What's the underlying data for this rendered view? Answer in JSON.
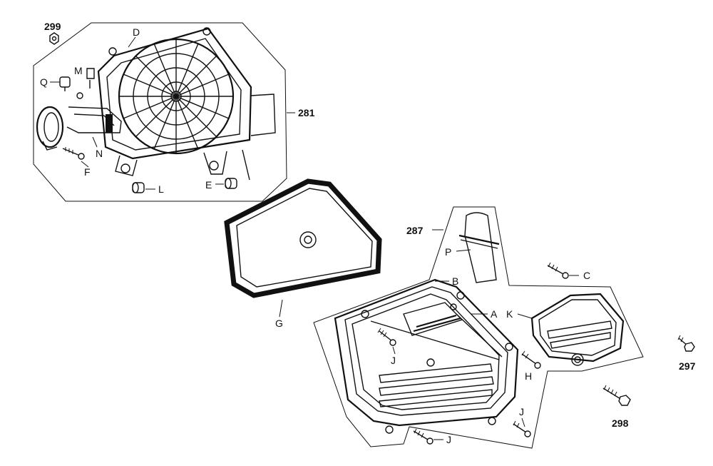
{
  "callouts": {
    "n299": "299",
    "d": "D",
    "q": "Q",
    "m": "M",
    "n281": "281",
    "n": "N",
    "f": "F",
    "l": "L",
    "e": "E",
    "g": "G",
    "n287": "287",
    "p": "P",
    "c": "C",
    "b": "B",
    "a": "A",
    "k": "K",
    "j1": "J",
    "h": "H",
    "j2": "J",
    "j3": "J",
    "n297": "297",
    "n298": "298"
  }
}
